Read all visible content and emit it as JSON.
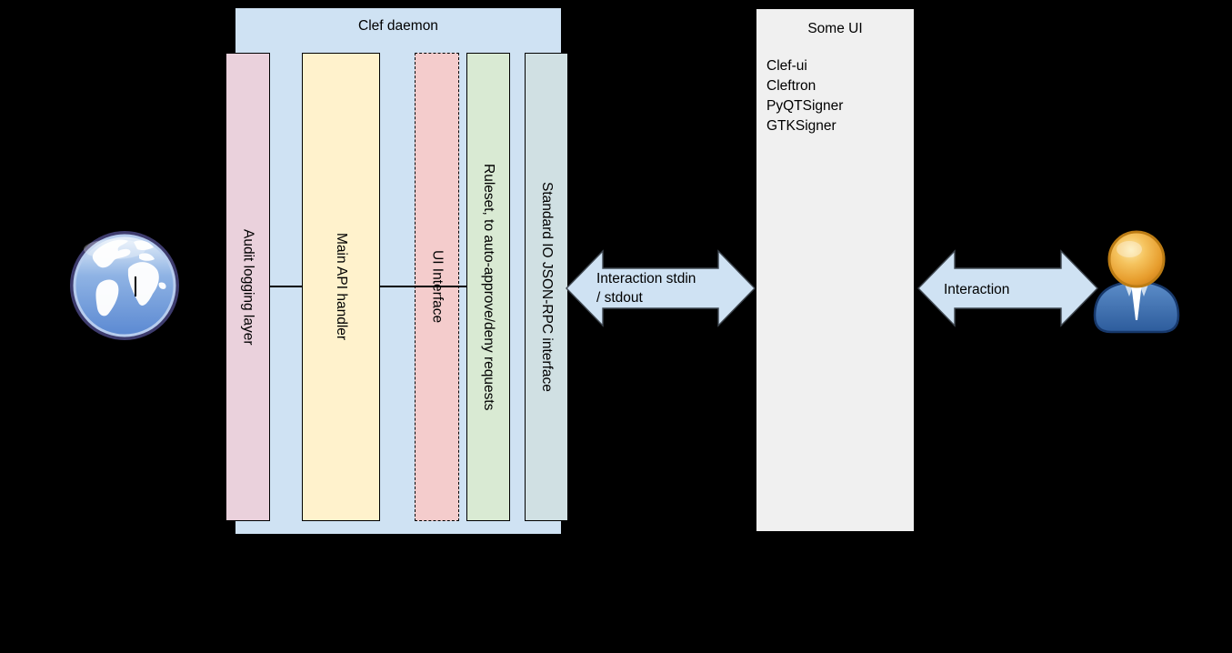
{
  "canvas": {
    "background": "#000000"
  },
  "clef_daemon": {
    "title": "Clef daemon",
    "container_fill": "#cfe2f3",
    "layers": [
      {
        "label": "Audit logging layer",
        "fill": "#ead1dc",
        "border": "solid"
      },
      {
        "label": "Main API handler",
        "fill": "#fff2cc",
        "border": "solid"
      },
      {
        "label": "UI Interface",
        "fill": "#f4cccc",
        "border": "dashed"
      },
      {
        "label": "Ruleset, to auto-approve/deny requests",
        "fill": "#d9ead3",
        "border": "solid"
      },
      {
        "label": "Standard IO JSON-RPC interface",
        "fill": "#d0e0e3",
        "border": "solid"
      }
    ]
  },
  "some_ui": {
    "title": "Some UI",
    "fill": "#f0f0f0",
    "items": [
      "Clef-ui",
      "Cleftron",
      "PyQTSigner",
      "GTKSigner"
    ]
  },
  "arrows": {
    "stdio": {
      "line1": "Interaction stdin",
      "line2": "/ stdout",
      "fill": "#cfe2f3"
    },
    "user": {
      "label": "Interaction",
      "fill": "#cfe2f3"
    }
  },
  "icons": {
    "globe": "internet-globe-icon",
    "person": "user-person-icon"
  }
}
